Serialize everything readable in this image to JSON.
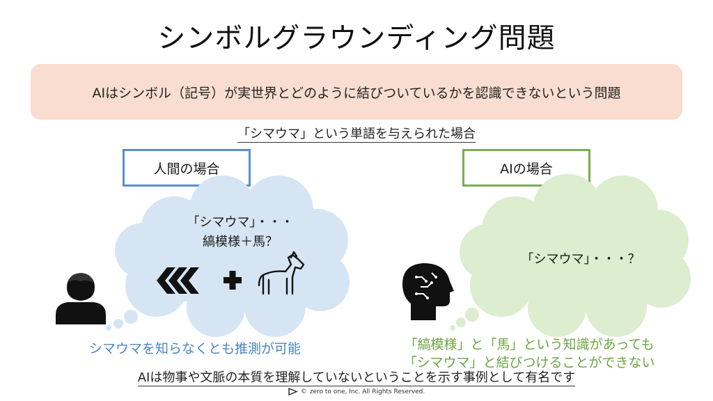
{
  "title": "シンボルグラウンディング問題",
  "definition": "AIはシンボル（記号）が実世界とどのように結びついているかを認識できないという問題",
  "scenario": "「シマウマ」という単語を与えられた場合",
  "human": {
    "label": "人間の場合",
    "thought_line1": "「シマウマ」・・・",
    "thought_line2": "縞模様＋馬？",
    "result": "シマウマを知らなくとも推測が可能"
  },
  "ai": {
    "label": "AIの場合",
    "thought": "「シマウマ」・・・？",
    "result_line1": "「縞模様」と「馬」という知識があっても",
    "result_line2": "「シマウマ」と結びつけることができない"
  },
  "conclusion": "AIは物事や文脈の本質を理解していないということを示す事例として有名です",
  "footer": {
    "copyright_symbol": "©",
    "copyright": "zero to one, Inc. All Rights Reserved."
  },
  "colors": {
    "banner": "#f9ddd0",
    "human_accent": "#5b8ec9",
    "ai_accent": "#7daa55",
    "human_cloud": "#d6e5f4",
    "ai_cloud": "#dcedd0"
  },
  "icons": [
    "person-icon",
    "chevron-stripes-icon",
    "plus-icon",
    "horse-icon",
    "ai-head-icon",
    "logo-play-icon"
  ]
}
